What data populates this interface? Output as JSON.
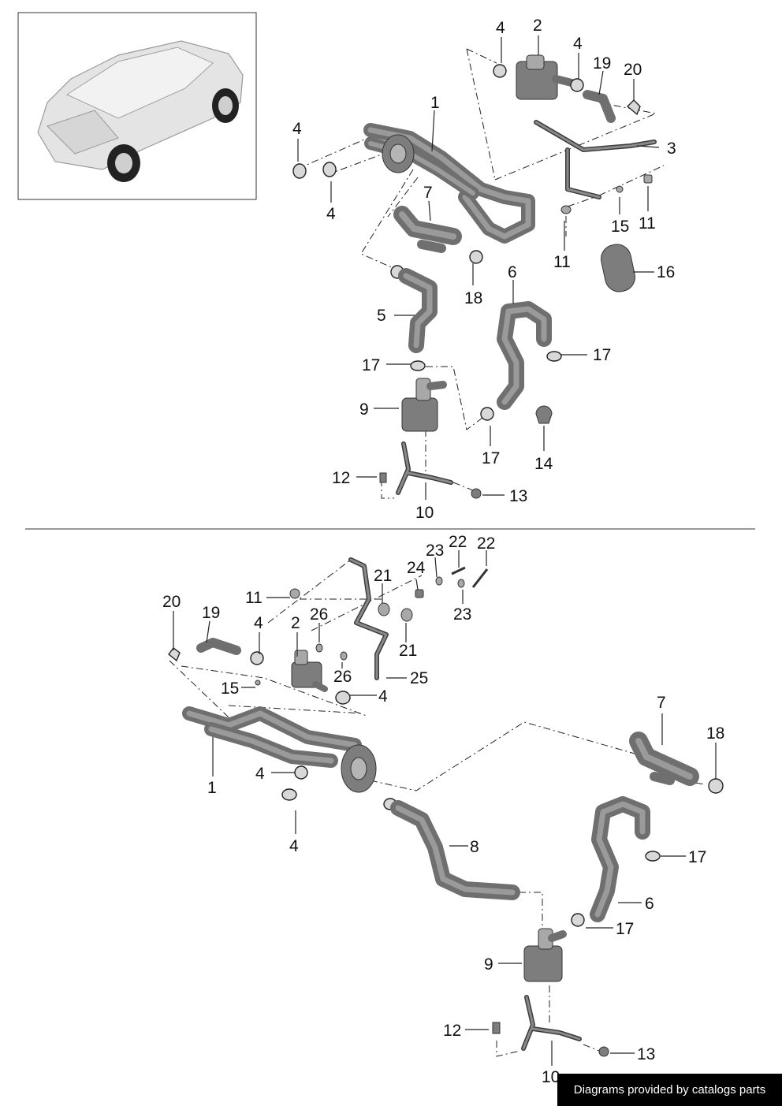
{
  "footer": {
    "credit": "Diagrams provided by catalogs parts"
  },
  "upper_callouts": {
    "c1": "1",
    "c2": "2",
    "c3": "3",
    "c4a": "4",
    "c4b": "4",
    "c4c": "4",
    "c4d": "4",
    "c5": "5",
    "c6": "6",
    "c7": "7",
    "c9": "9",
    "c10": "10",
    "c11a": "11",
    "c11b": "11",
    "c12": "12",
    "c13": "13",
    "c14": "14",
    "c15": "15",
    "c16": "16",
    "c17a": "17",
    "c17b": "17",
    "c17c": "17",
    "c18": "18",
    "c19": "19",
    "c20": "20"
  },
  "lower_callouts": {
    "c1": "1",
    "c2": "2",
    "c4a": "4",
    "c4b": "4",
    "c4c": "4",
    "c4d": "4",
    "c6": "6",
    "c7": "7",
    "c8": "8",
    "c9": "9",
    "c10": "10",
    "c11": "11",
    "c12": "12",
    "c13": "13",
    "c15": "15",
    "c17a": "17",
    "c17b": "17",
    "c18": "18",
    "c19": "19",
    "c20": "20",
    "c21a": "21",
    "c21b": "21",
    "c22a": "22",
    "c22b": "22",
    "c23a": "23",
    "c23b": "23",
    "c24": "24",
    "c25": "25",
    "c26a": "26",
    "c26b": "26"
  }
}
